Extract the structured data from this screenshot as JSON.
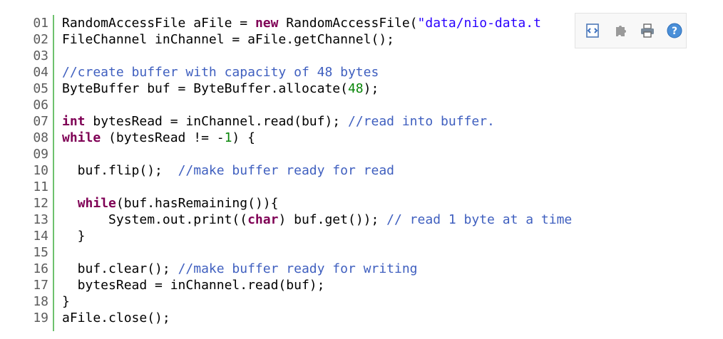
{
  "colors": {
    "keyword": "#7f0055",
    "string": "#2a00ff",
    "number": "#098609",
    "comment": "#3f5fbf",
    "gutter_border": "#6ec16e"
  },
  "lines": [
    {
      "n": "01",
      "tokens": [
        {
          "t": "RandomAccessFile aFile = ",
          "c": "plain"
        },
        {
          "t": "new",
          "c": "kw"
        },
        {
          "t": " RandomAccessFile(",
          "c": "plain"
        },
        {
          "t": "\"data/nio-data.t",
          "c": "str"
        }
      ]
    },
    {
      "n": "02",
      "tokens": [
        {
          "t": "FileChannel inChannel = aFile.getChannel();",
          "c": "plain"
        }
      ]
    },
    {
      "n": "03",
      "tokens": []
    },
    {
      "n": "04",
      "tokens": [
        {
          "t": "//create buffer with capacity of 48 bytes",
          "c": "cmt"
        }
      ]
    },
    {
      "n": "05",
      "tokens": [
        {
          "t": "ByteBuffer buf = ByteBuffer.allocate(",
          "c": "plain"
        },
        {
          "t": "48",
          "c": "num"
        },
        {
          "t": ");",
          "c": "plain"
        }
      ]
    },
    {
      "n": "06",
      "tokens": []
    },
    {
      "n": "07",
      "tokens": [
        {
          "t": "int",
          "c": "kw"
        },
        {
          "t": " bytesRead = inChannel.read(buf); ",
          "c": "plain"
        },
        {
          "t": "//read into buffer.",
          "c": "cmt"
        }
      ]
    },
    {
      "n": "08",
      "tokens": [
        {
          "t": "while",
          "c": "kw"
        },
        {
          "t": " (bytesRead != -",
          "c": "plain"
        },
        {
          "t": "1",
          "c": "num"
        },
        {
          "t": ") {",
          "c": "plain"
        }
      ]
    },
    {
      "n": "09",
      "tokens": []
    },
    {
      "n": "10",
      "tokens": [
        {
          "t": "  buf.flip();  ",
          "c": "plain"
        },
        {
          "t": "//make buffer ready for read",
          "c": "cmt"
        }
      ]
    },
    {
      "n": "11",
      "tokens": []
    },
    {
      "n": "12",
      "tokens": [
        {
          "t": "  ",
          "c": "plain"
        },
        {
          "t": "while",
          "c": "kw"
        },
        {
          "t": "(buf.hasRemaining()){",
          "c": "plain"
        }
      ]
    },
    {
      "n": "13",
      "tokens": [
        {
          "t": "      System.out.print((",
          "c": "plain"
        },
        {
          "t": "char",
          "c": "kw"
        },
        {
          "t": ") buf.get()); ",
          "c": "plain"
        },
        {
          "t": "// read 1 byte at a time",
          "c": "cmt"
        }
      ]
    },
    {
      "n": "14",
      "tokens": [
        {
          "t": "  }",
          "c": "plain"
        }
      ]
    },
    {
      "n": "15",
      "tokens": []
    },
    {
      "n": "16",
      "tokens": [
        {
          "t": "  buf.clear(); ",
          "c": "plain"
        },
        {
          "t": "//make buffer ready for writing",
          "c": "cmt"
        }
      ]
    },
    {
      "n": "17",
      "tokens": [
        {
          "t": "  bytesRead = inChannel.read(buf);",
          "c": "plain"
        }
      ]
    },
    {
      "n": "18",
      "tokens": [
        {
          "t": "}",
          "c": "plain"
        }
      ]
    },
    {
      "n": "19",
      "tokens": [
        {
          "t": "aFile.close();",
          "c": "plain"
        }
      ]
    }
  ],
  "toolbar": {
    "items": [
      {
        "icon": "view-source-icon"
      },
      {
        "icon": "copy-clipboard-icon"
      },
      {
        "icon": "print-icon"
      },
      {
        "icon": "help-icon"
      }
    ]
  }
}
